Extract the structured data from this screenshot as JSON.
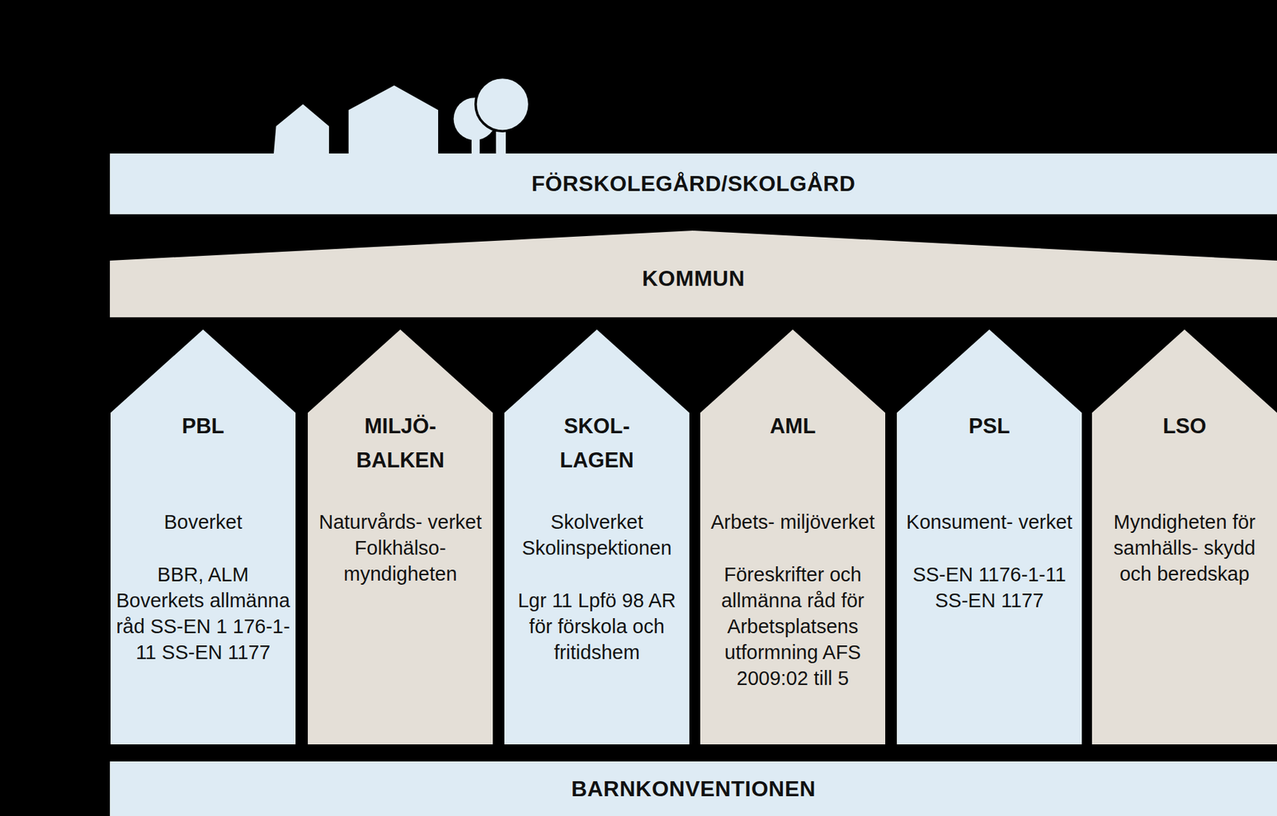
{
  "diagram": {
    "nodes": [
      {
        "text": [
          "FÖRSKOLEGÅRD/SKOLGÅRD"
        ]
      },
      {
        "text": [
          "KOMMUN"
        ]
      },
      {
        "text": [
          "PBL",
          "Boverket",
          "BBR, ALM Boverkets allmänna råd SS-EN 1 176-1-11 SS-EN 1177"
        ]
      },
      {
        "text": [
          "MILJÖ- BALKEN",
          "Naturvårds- verket Folkhälso- myndigheten"
        ]
      },
      {
        "text": [
          "SKOL- LAGEN",
          "Skolverket Skolinspektionen",
          "Lgr 11 Lpfö 98 AR för förskola och fritidshem"
        ]
      },
      {
        "text": [
          "AML",
          "Arbets- miljöverket",
          "Föreskrifter och allmänna råd för Arbetsplatsens utformning AFS 2009:02 till 5"
        ]
      },
      {
        "text": [
          "PSL",
          "Konsument- verket",
          "SS-EN 1176-1-11 SS-EN 1177"
        ]
      },
      {
        "text": [
          "LSO",
          "Myndigheten för samhälls- skydd och beredskap"
        ]
      },
      {
        "text": [
          "BARNKONVENTIONEN"
        ]
      }
    ]
  }
}
